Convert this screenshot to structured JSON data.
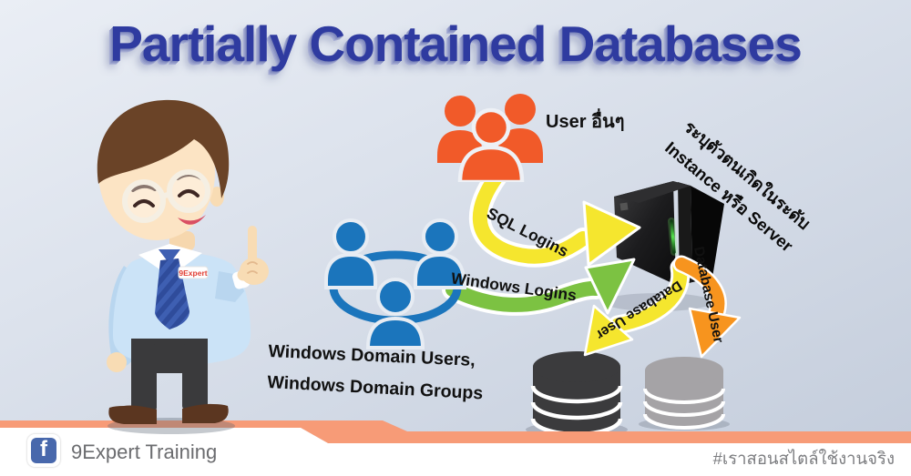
{
  "title": "Partially Contained Databases",
  "character": {
    "badge": "9Expert"
  },
  "diagram": {
    "external_users_label": "User อื่นๆ",
    "windows_domain_label_line1": "Windows Domain Users,",
    "windows_domain_label_line2": "Windows Domain Groups",
    "server_note_line1": "ระบุตัวตนเกิดในระดับ",
    "server_note_line2": "Instance หรือ Server",
    "arrows": {
      "sql_logins": "SQL Logins",
      "windows_logins": "Windows Logins",
      "database_user_left": "Database User",
      "database_user_right": "Database User"
    }
  },
  "icons": {
    "external_users": "users-group-icon",
    "domain_users": "users-network-icon",
    "server": "server-tower-icon",
    "database_left": "database-cylinder-dark-icon",
    "database_right": "database-cylinder-gray-icon",
    "facebook": "facebook-icon"
  },
  "colors": {
    "external_users": "#F15A29",
    "domain_users": "#1B75BC",
    "sql_arrow": "#F5E62E",
    "windows_arrow": "#7CC242",
    "db_user_left_arrow": "#F5E62E",
    "db_user_right_arrow": "#F7941E",
    "dark_database": "#3B3B3D",
    "gray_database": "#A5A3A6",
    "ribbon": "#F79B77",
    "title_blue": "#2F3BA0",
    "facebook_blue": "#4868AC"
  },
  "footer": {
    "brand": "9Expert Training",
    "hashtag": "#เราสอนสไตล์ใช้งานจริง",
    "facebook_letter": "f"
  }
}
